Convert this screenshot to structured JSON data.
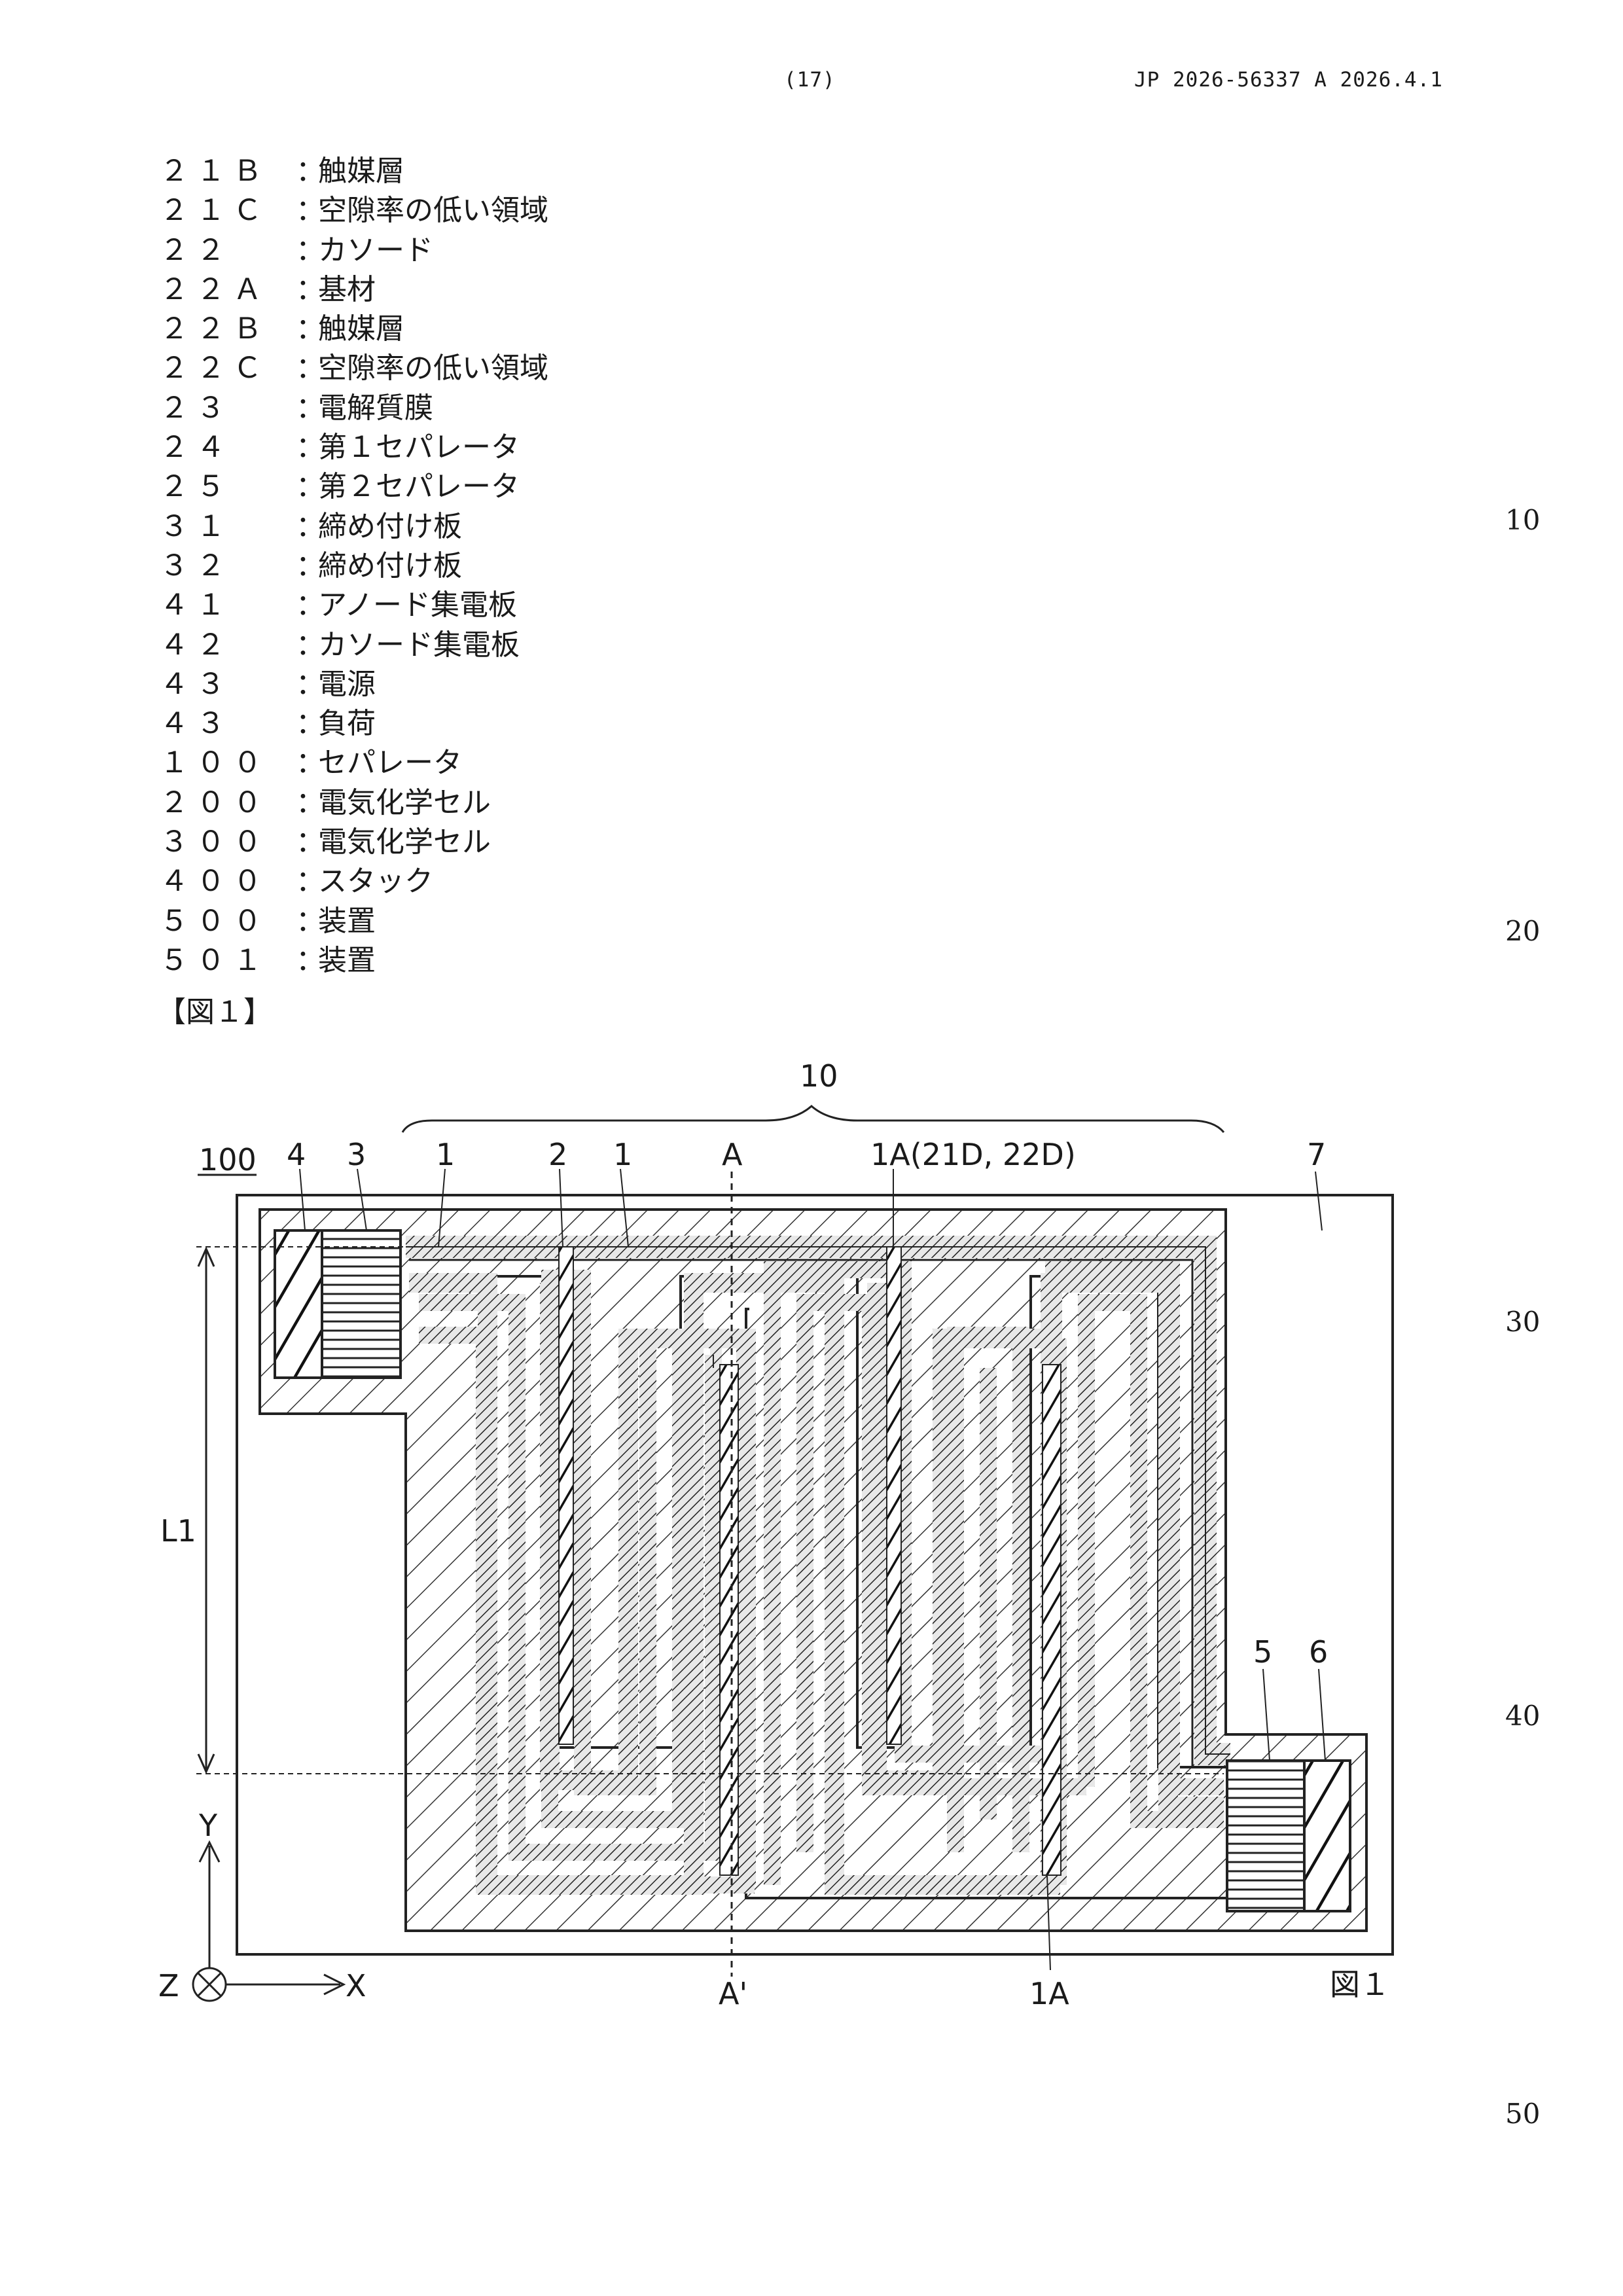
{
  "header": {
    "page": "(17)",
    "publication": "JP  2026-56337  A  2026.4.1"
  },
  "line_numbers": [
    "10",
    "20",
    "30",
    "40",
    "50"
  ],
  "reference_list": [
    {
      "num": "２１Ｂ",
      "label": "触媒層"
    },
    {
      "num": "２１Ｃ",
      "label": "空隙率の低い領域"
    },
    {
      "num": "２２",
      "label": "カソード"
    },
    {
      "num": "２２Ａ",
      "label": "基材"
    },
    {
      "num": "２２Ｂ",
      "label": "触媒層"
    },
    {
      "num": "２２Ｃ",
      "label": "空隙率の低い領域"
    },
    {
      "num": "２３",
      "label": "電解質膜"
    },
    {
      "num": "２４",
      "label": "第１セパレータ"
    },
    {
      "num": "２５",
      "label": "第２セパレータ"
    },
    {
      "num": "３１",
      "label": "締め付け板"
    },
    {
      "num": "３２",
      "label": "締め付け板"
    },
    {
      "num": "４１",
      "label": "アノード集電板"
    },
    {
      "num": "４２",
      "label": "カソード集電板"
    },
    {
      "num": "４３",
      "label": "電源"
    },
    {
      "num": "４３",
      "label": "負荷"
    },
    {
      "num": "１００",
      "label": "セパレータ"
    },
    {
      "num": "２００",
      "label": "電気化学セル"
    },
    {
      "num": "３００",
      "label": "電気化学セル"
    },
    {
      "num": "４００",
      "label": "スタック"
    },
    {
      "num": "５００",
      "label": "装置"
    },
    {
      "num": "５０１",
      "label": "装置"
    }
  ],
  "figure_caption": "【図１】",
  "figure": {
    "labels": {
      "ref_10": "10",
      "ref_100": "100",
      "ref_4": "4",
      "ref_3": "3",
      "ref_1a": "1",
      "ref_2": "2",
      "ref_1b": "1",
      "ref_a": "A",
      "ref_1a_top": "1A(21D, 22D)",
      "ref_7": "7",
      "ref_l1": "L1",
      "ref_5": "5",
      "ref_6": "6",
      "axis_y": "Y",
      "axis_z": "Z",
      "axis_x": "X",
      "ref_a_prime": "A'",
      "ref_1a_bottom": "1A",
      "fig_name": "図１"
    }
  }
}
